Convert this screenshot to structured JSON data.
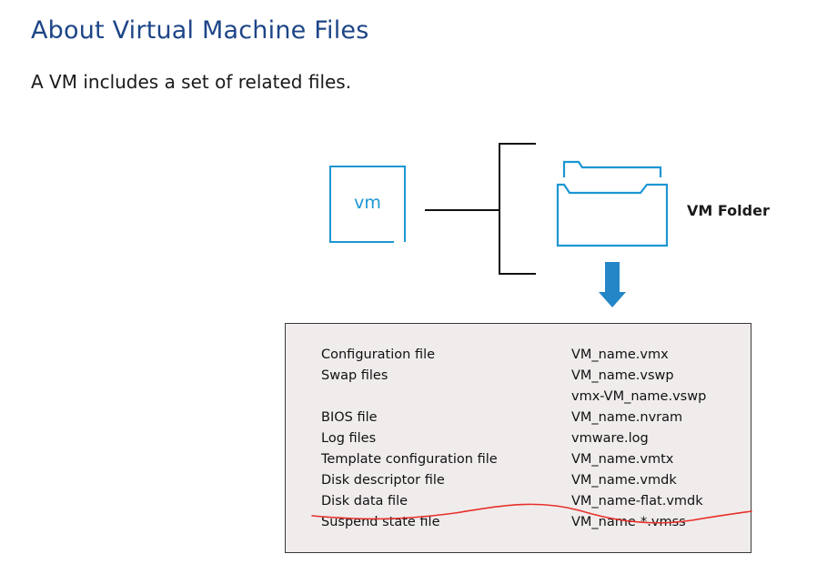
{
  "slide": {
    "title": "About Virtual Machine Files",
    "subtitle": "A VM includes a set of related files."
  },
  "diagram": {
    "vm_label": "vm",
    "folder_label": "VM Folder",
    "accent_color": "#1d96d2"
  },
  "files": {
    "rows": [
      {
        "type": "Configuration file",
        "name": "VM_name.vmx"
      },
      {
        "type": "Swap files",
        "name": "VM_name.vswp"
      },
      {
        "type": "",
        "name": "vmx-VM_name.vswp"
      },
      {
        "type": "BIOS file",
        "name": "VM_name.nvram"
      },
      {
        "type": "Log files",
        "name": "vmware.log"
      },
      {
        "type": "Template configuration file",
        "name": "VM_name.vmtx"
      },
      {
        "type": "Disk descriptor file",
        "name": "VM_name.vmdk"
      },
      {
        "type": "Disk data file",
        "name": "VM_name-flat.vmdk"
      },
      {
        "type": "Suspend state file",
        "name": "VM_name-*.vmss"
      }
    ]
  },
  "annotation": {
    "color": "#e8302a"
  }
}
